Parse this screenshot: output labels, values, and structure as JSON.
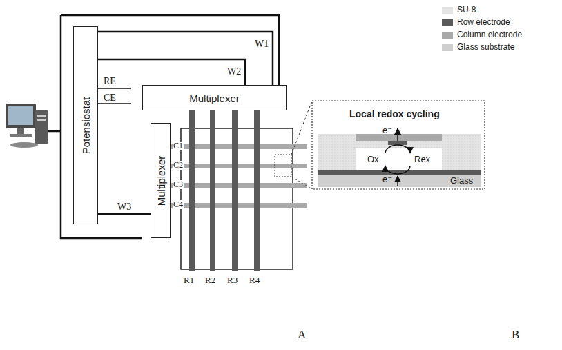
{
  "diagram": {
    "nodes": [
      {
        "text": [
          "Potensiostat"
        ]
      },
      {
        "text": [
          "Multiplexer"
        ]
      },
      {
        "text": [
          "Multiplexer"
        ]
      }
    ],
    "edges": [
      {
        "from": 0,
        "to": 1,
        "label": "W1",
        "arrow": "none"
      },
      {
        "from": 0,
        "to": 1,
        "label": "W2",
        "arrow": "none"
      },
      {
        "from": 0,
        "to": 2,
        "label": "W3",
        "arrow": "none"
      }
    ],
    "labels": [
      "RE",
      "CE",
      "C1",
      "C2",
      "C3",
      "C4",
      "R1",
      "R2",
      "R3",
      "R4",
      "Local redox cycling",
      "e⁻",
      "e⁻",
      "Ox",
      "Rex",
      "Glass",
      "A",
      "B"
    ],
    "legend": [
      {
        "text": "SU-8",
        "color": "#e4e4e4"
      },
      {
        "text": "Row electrode",
        "color": "#5a5a5a"
      },
      {
        "text": "Column electrode",
        "color": "#a9a9a9"
      },
      {
        "text": "Glass substrate",
        "color": "#cfcfcf"
      }
    ]
  }
}
